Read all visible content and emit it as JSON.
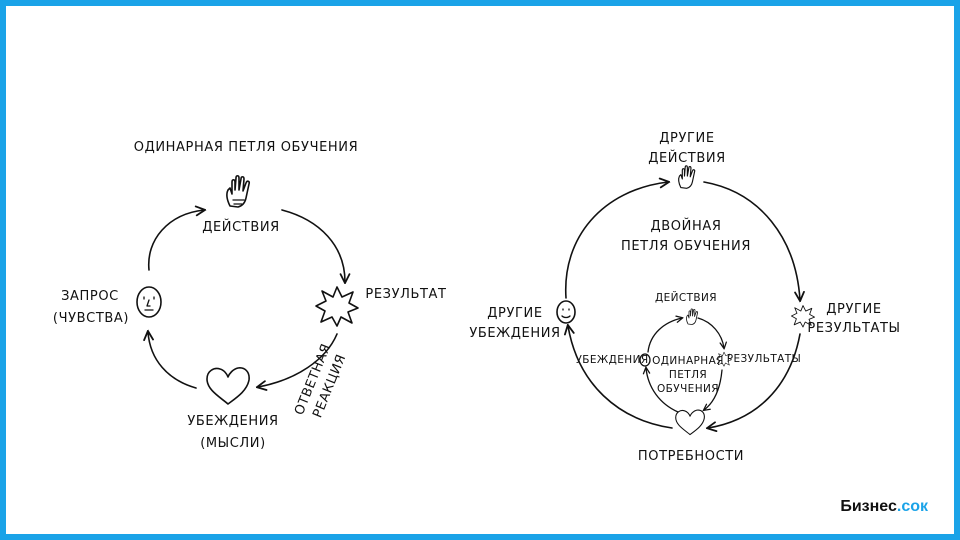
{
  "left": {
    "title": "ОДИНАРНАЯ ПЕТЛЯ ОБУЧЕНИЯ",
    "actions": "ДЕЙСТВИЯ",
    "result": "РЕЗУЛЬТАТ",
    "request_line1": "ЗАПРОС",
    "request_line2": "(ЧУВСТВА)",
    "beliefs_line1": "УБЕЖДЕНИЯ",
    "beliefs_line2": "(МЫСЛИ)",
    "feedback_line1": "ОТВЕТНАЯ",
    "feedback_line2": "РЕАКЦИЯ"
  },
  "right": {
    "other_actions_line1": "ДРУГИЕ",
    "other_actions_line2": "ДЕЙСТВИЯ",
    "double_line1": "ДВОЙНАЯ",
    "double_line2": "ПЕТЛЯ ОБУЧЕНИЯ",
    "other_beliefs_line1": "ДРУГИЕ",
    "other_beliefs_line2": "УБЕЖДЕНИЯ",
    "other_results_line1": "ДРУГИЕ",
    "other_results_line2": "РЕЗУЛЬТАТЫ",
    "needs": "ПОТРЕБНОСТИ",
    "inner_actions": "ДЕЙСТВИЯ",
    "inner_beliefs": "УБЕЖДЕНИЯ",
    "inner_results": "РЕЗУЛЬТАТЫ",
    "inner_line1": "ОДИНАРНАЯ",
    "inner_line2": "ПЕТЛЯ",
    "inner_line3": "ОБУЧЕНИЯ"
  },
  "brand": {
    "name": "Бизнес",
    "suffix": ".сок"
  },
  "colors": {
    "frame": "#1aa3e8",
    "ink": "#111111",
    "accent": "#1aa3e8"
  },
  "icons": [
    "hand-icon",
    "burst-icon",
    "heart-icon",
    "face-icon"
  ]
}
